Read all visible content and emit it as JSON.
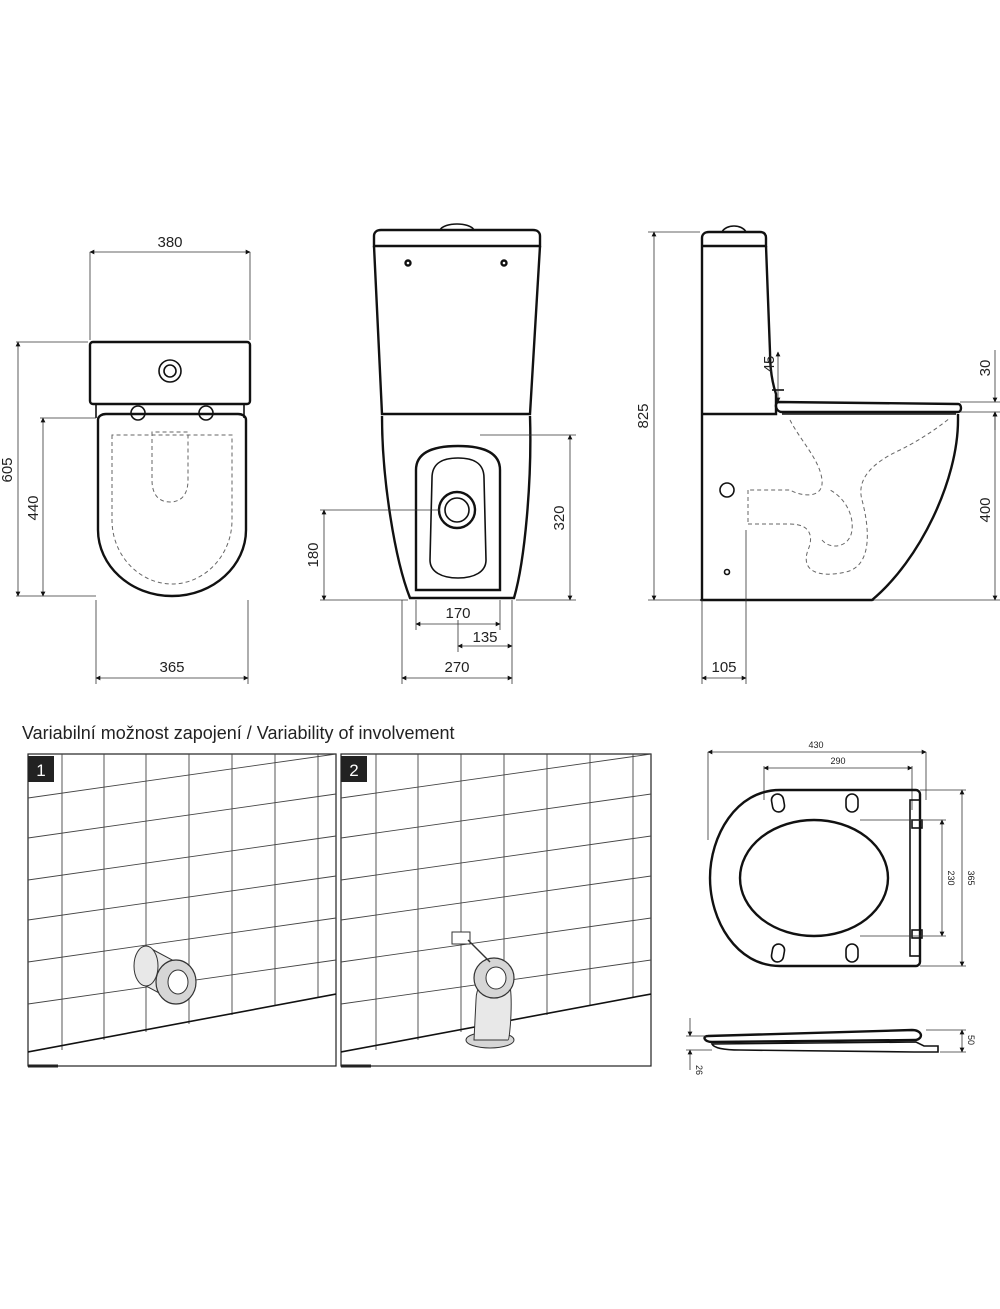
{
  "dimensions": {
    "top_width": "380",
    "bottom_width": "365",
    "total_depth": "605",
    "bowl_depth": "440",
    "outlet_height": "180",
    "outlet_top": "320",
    "base_width": "170",
    "half_base": "135",
    "foot_width": "270",
    "total_height": "825",
    "seat_gap": "45",
    "seat_thickness": "30",
    "seat_height": "400",
    "wall_offset": "105"
  },
  "section_title": "Variabilní možnost zapojení / Variability of involvement",
  "panels": [
    {
      "label": "1"
    },
    {
      "label": "2"
    }
  ],
  "seat_dimensions": {
    "width": "430",
    "hinge_spacing": "290",
    "length": "365",
    "opening": "230",
    "height": "50",
    "lid_thickness": "26"
  }
}
